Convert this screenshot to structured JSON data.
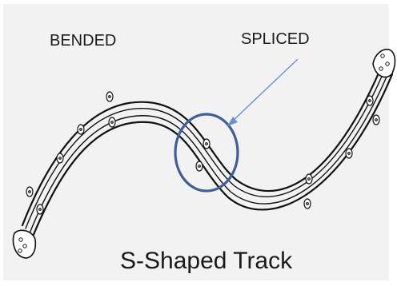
{
  "labels": {
    "bended": "BENDED",
    "spliced": "SPLICED",
    "title": "S-Shaped Track"
  },
  "colors": {
    "background": "#f2f2f2",
    "track": "#111111",
    "highlight_circle": "#3f5f9a",
    "arrow": "#6b8fd1"
  }
}
